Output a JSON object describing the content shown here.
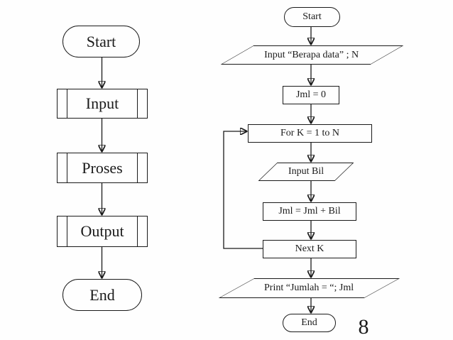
{
  "page": {
    "number": "8",
    "background_color": "#fefefe",
    "line_color": "#1a1a1a"
  },
  "left_chart": {
    "description": "generic flowchart structure",
    "nodes": {
      "start": {
        "label": "Start",
        "type": "terminator"
      },
      "input": {
        "label": "Input",
        "type": "predefined-process"
      },
      "proses": {
        "label": "Proses",
        "type": "predefined-process"
      },
      "output": {
        "label": "Output",
        "type": "predefined-process"
      },
      "end": {
        "label": "End",
        "type": "terminator"
      }
    },
    "flow": [
      "Start",
      "Input",
      "Proses",
      "Output",
      "End"
    ]
  },
  "right_chart": {
    "description": "sum of N numbers flowchart",
    "nodes": {
      "start": {
        "label": "Start",
        "type": "terminator"
      },
      "input_n": {
        "label": "Input “Berapa data” ; N",
        "type": "input-output"
      },
      "jml_init": {
        "label": "Jml = 0",
        "type": "process"
      },
      "for_loop": {
        "label": "For K = 1 to N",
        "type": "process"
      },
      "input_bil": {
        "label": "Input Bil",
        "type": "input-output"
      },
      "jml_add": {
        "label": "Jml = Jml + Bil",
        "type": "process"
      },
      "next_k": {
        "label": "Next K",
        "type": "process"
      },
      "print": {
        "label": "Print “Jumlah = “; Jml",
        "type": "input-output"
      },
      "end": {
        "label": "End",
        "type": "terminator"
      }
    },
    "flow": [
      "Start",
      "Input “Berapa data” ; N",
      "Jml = 0",
      "For K = 1 to N",
      "Input Bil",
      "Jml = Jml + Bil",
      "Next K",
      "Print “Jumlah = “; Jml",
      "End"
    ],
    "loop_back": "Next K returns to For K = 1 to N"
  }
}
